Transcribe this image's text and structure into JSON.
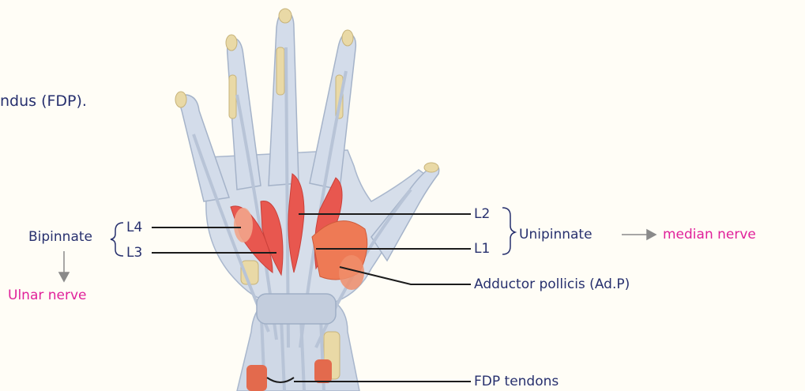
{
  "colors": {
    "background": "#fffdf6",
    "label_text": "#27306e",
    "nerve_text": "#e0219a",
    "leader_line": "#1c1c1c",
    "arrow": "#8a8a8a",
    "muscle": "#e8574f",
    "tendon": "#c9d3e3",
    "bone": "#e9d9a6"
  },
  "texts": {
    "heading_fragment": "ndus (FDP).",
    "bipinnate": "Bipinnate",
    "l4": "L4",
    "l3": "L3",
    "ulnar_nerve": "Ulnar nerve",
    "l2": "L2",
    "l1": "L1",
    "unipinnate": "Unipinnate",
    "median_nerve": "median nerve",
    "adductor_pollicis": "Adductor pollicis (Ad.P)",
    "fdp_tendons": "FDP tendons"
  }
}
